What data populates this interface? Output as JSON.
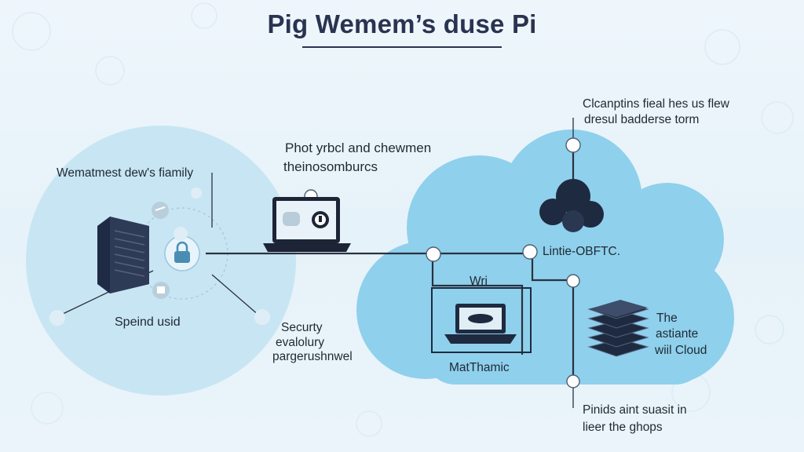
{
  "title": "Pig Wemem’s duse Pi",
  "labels": {
    "family": "Wematmest dew's fiamily",
    "server": "Speind usid",
    "security": [
      "Securty",
      "evalolury",
      "pargerushnwel"
    ],
    "photo": [
      "Phot yrbcl and chewmen",
      "theinosomburcs"
    ],
    "cloud_top": [
      "Clcanptins fieal hes us flew",
      "dresul badderse torm"
    ],
    "cloud_node": "Lintie-OBFTC.",
    "wifi": "Wri",
    "laptop2": "MatThamic",
    "storage": [
      "The",
      "astiante",
      "wiil Cloud"
    ],
    "bottom": [
      "Pinids aint suasit in",
      "lieer the ghops"
    ]
  },
  "colors": {
    "accent": "#2a3350",
    "circle": "#bfe1f1",
    "cloud": "#8fd0ec",
    "line": "#2b3140"
  },
  "icons": [
    "server-icon",
    "lock-icon",
    "laptop-icon",
    "cloud-cluster-icon",
    "storage-stack-icon",
    "wifi-laptop-icon"
  ]
}
